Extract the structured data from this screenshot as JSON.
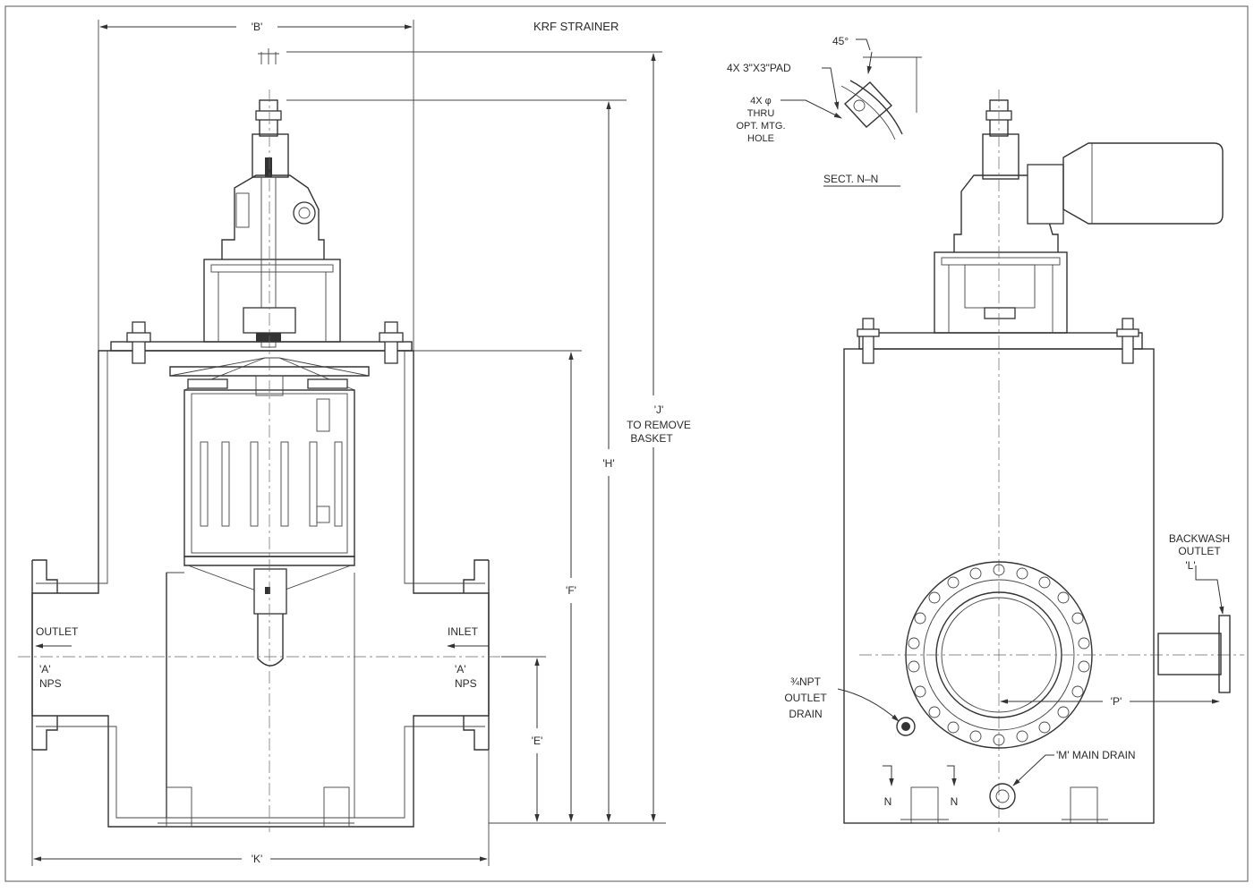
{
  "title": "KRF STRAINER",
  "dims": {
    "b": "'B'",
    "h": "'H'",
    "j": "'J'",
    "j_note1": "TO REMOVE",
    "j_note2": "BASKET",
    "f": "'F'",
    "e": "'E'",
    "k": "'K'",
    "p": "'P'"
  },
  "ports": {
    "outlet": "OUTLET",
    "inlet": "INLET",
    "a_left": "'A'",
    "nps_left": "NPS",
    "a_right": "'A'",
    "nps_right": "NPS"
  },
  "section": {
    "pad": "4X 3\"X3\"PAD",
    "angle": "45°",
    "hole1": "4X φ",
    "hole2": "THRU",
    "hole3": "OPT. MTG.",
    "hole4": "HOLE",
    "label": "SECT. N–N"
  },
  "side": {
    "backwash1": "BACKWASH",
    "backwash2": "OUTLET",
    "backwash3": "'L'",
    "npt1": "¾NPT",
    "npt2": "OUTLET",
    "npt3": "DRAIN",
    "main_drain": "'M' MAIN DRAIN",
    "n_left": "N",
    "n_right": "N"
  }
}
